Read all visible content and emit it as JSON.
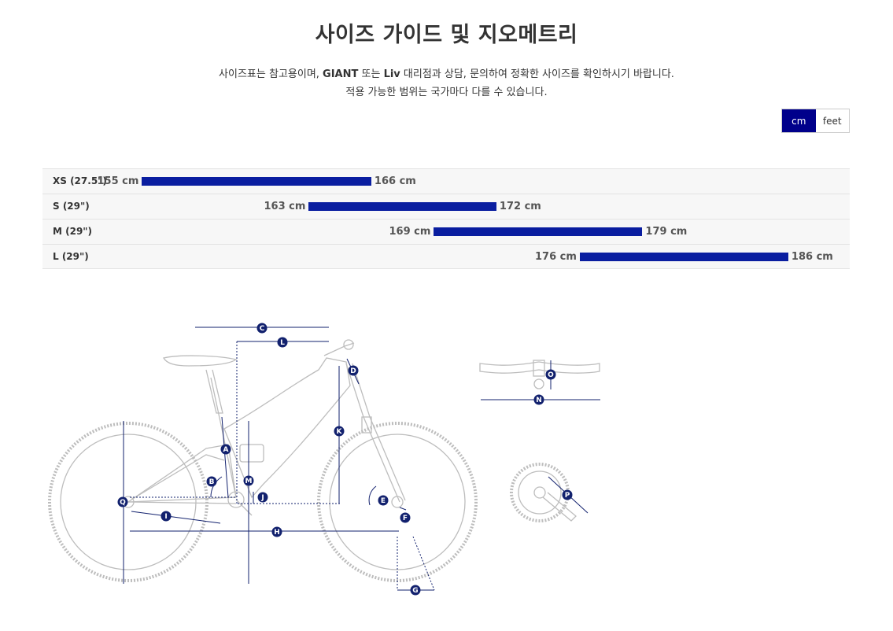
{
  "page": {
    "title": "사이즈 가이드 및 지오메트리",
    "desc_line1_a": "사이즈표는 참고용이며, ",
    "desc_line1_brand1": "GIANT",
    "desc_line1_b": " 또는 ",
    "desc_line1_brand2": "Liv",
    "desc_line1_c": " 대리점과 상담, 문의하여 정확한 사이즈를 확인하시기 바랍니다.",
    "desc_line2": "적용 가능한 범위는 국가마다 다를 수 있습니다."
  },
  "unit_toggle": {
    "cm_label": "cm",
    "feet_label": "feet",
    "selected": "cm"
  },
  "colors": {
    "accent": "#00008b",
    "bar": "#0a1ea0",
    "marker": "#12216e"
  },
  "size_chart": {
    "axis_min_cm": 150,
    "axis_max_cm": 190,
    "rows": [
      {
        "label": "XS (27.5\")",
        "min": 155,
        "max": 166,
        "min_label": "155 cm",
        "max_label": "166 cm"
      },
      {
        "label": "S (29\")",
        "min": 163,
        "max": 172,
        "min_label": "163 cm",
        "max_label": "172 cm"
      },
      {
        "label": "M (29\")",
        "min": 169,
        "max": 179,
        "min_label": "169 cm",
        "max_label": "179 cm"
      },
      {
        "label": "L (29\")",
        "min": 176,
        "max": 186,
        "min_label": "176 cm",
        "max_label": "186 cm"
      }
    ]
  },
  "geometry": {
    "markers": {
      "A": "A",
      "B": "B",
      "C": "C",
      "D": "D",
      "E": "E",
      "F": "F",
      "G": "G",
      "H": "H",
      "I": "I",
      "J": "J",
      "K": "K",
      "L": "L",
      "M": "M",
      "N": "N",
      "O": "O",
      "P": "P",
      "Q": "Q"
    },
    "icons": {
      "bike": "bike-diagram-icon",
      "handlebar": "handlebar-diagram-icon",
      "crankset": "crankset-diagram-icon"
    }
  }
}
